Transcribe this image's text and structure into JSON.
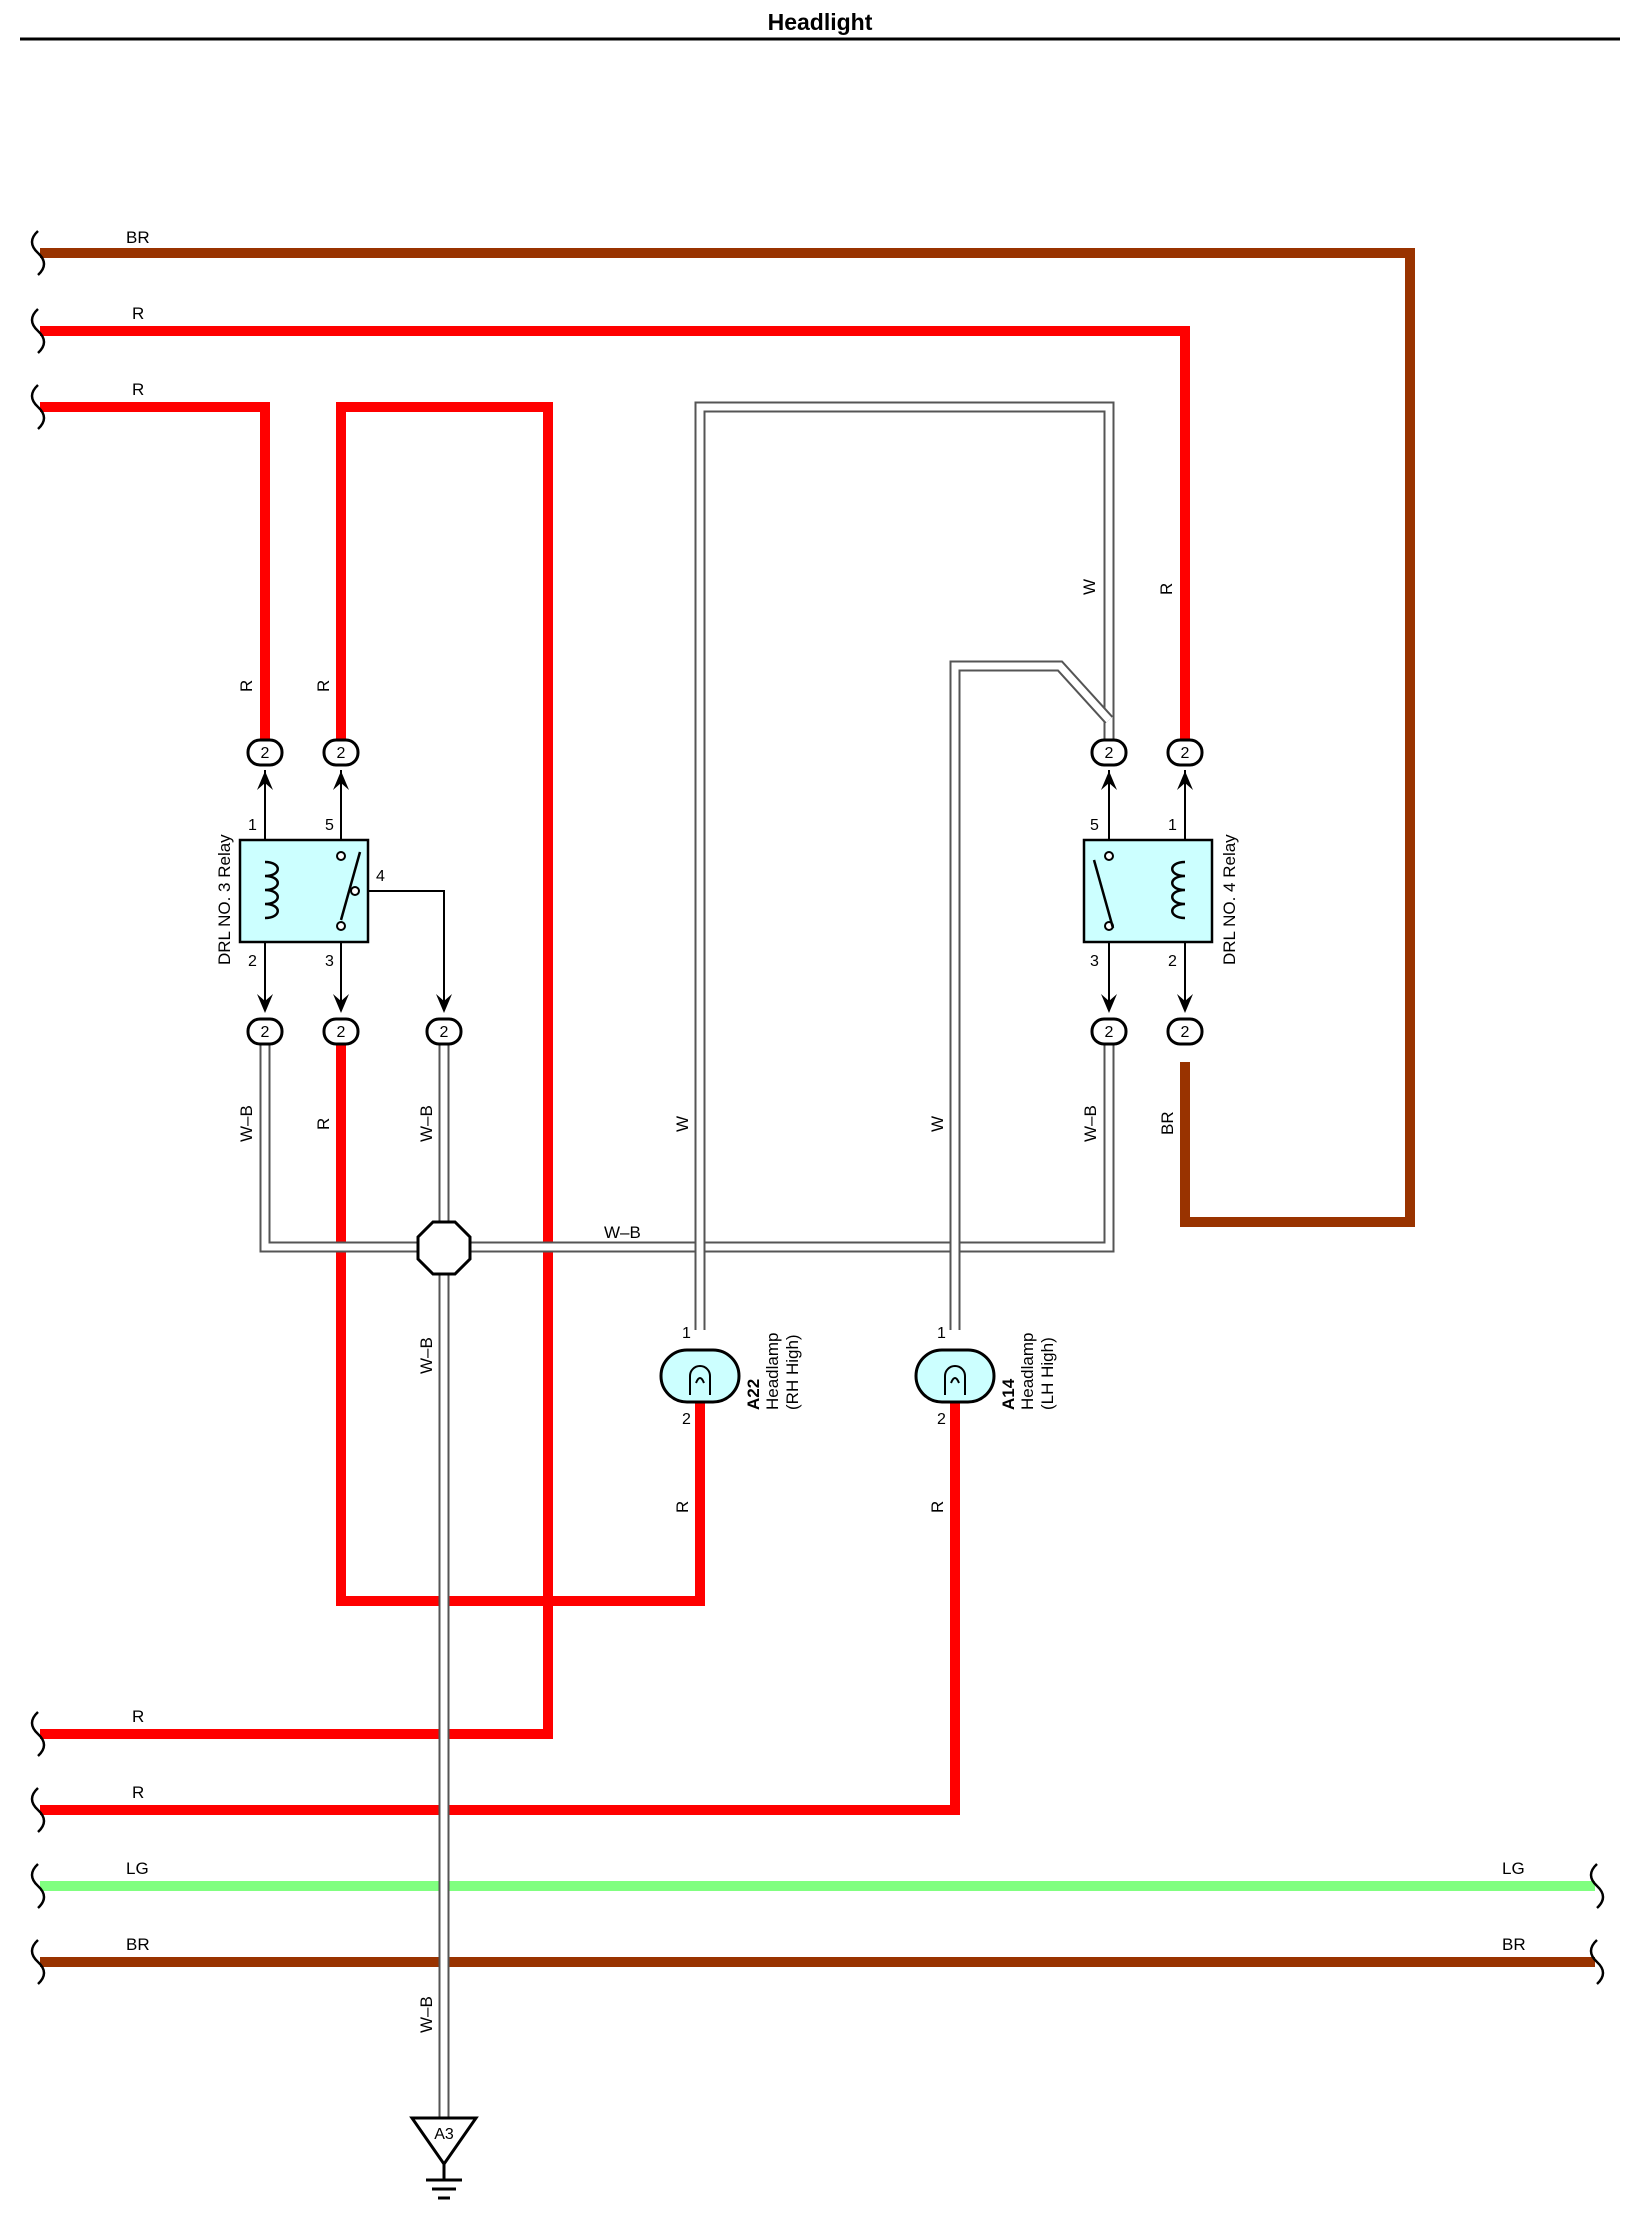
{
  "title": "Headlight",
  "colors": {
    "red": "#ff0000",
    "brown": "#993300",
    "light_green": "#80ff80",
    "white_wire_outline": "#555555",
    "component_fill": "#ccffff"
  },
  "wire_labels": {
    "br_top": "BR",
    "r_top": "R",
    "r_left_feed": "R",
    "r_relay3_pin1": "R",
    "r_relay3_pin5": "R",
    "w_relay4_pin5": "W",
    "r_relay4_pin1": "R",
    "wb_relay3_pin2": "W–B",
    "r_relay3_pin3": "R",
    "wb_relay3_pin4": "W–B",
    "w_a22": "W",
    "w_a14": "W",
    "wb_relay4_pin3": "W–B",
    "br_relay4_pin2": "BR",
    "wb_bus": "W–B",
    "wb_down": "W–B",
    "r_a22_pin2": "R",
    "r_a14_pin2": "R",
    "r_bottom_1": "R",
    "r_bottom_2": "R",
    "lg_left": "LG",
    "lg_right": "LG",
    "br_bottom_left": "BR",
    "br_bottom_right": "BR",
    "wb_ground": "W–B"
  },
  "connectors": {
    "c_r3_1": "2",
    "c_r3_5": "2",
    "c_r4_5": "2",
    "c_r4_1": "2",
    "c_r3_2": "2",
    "c_r3_3": "2",
    "c_r3_4": "2",
    "c_r4_3": "2",
    "c_r4_2": "2"
  },
  "relay3": {
    "name": "DRL NO. 3 Relay",
    "pins": {
      "p1": "1",
      "p5": "5",
      "p4": "4",
      "p2": "2",
      "p3": "3"
    }
  },
  "relay4": {
    "name": "DRL NO. 4 Relay",
    "pins": {
      "p5": "5",
      "p1": "1",
      "p3": "3",
      "p2": "2"
    }
  },
  "lamp_a22": {
    "id": "A22",
    "name": "Headlamp",
    "sub": "(RH High)",
    "pin1": "1",
    "pin2": "2"
  },
  "lamp_a14": {
    "id": "A14",
    "name": "Headlamp",
    "sub": "(LH High)",
    "pin1": "1",
    "pin2": "2"
  },
  "ground": {
    "id": "A3"
  }
}
